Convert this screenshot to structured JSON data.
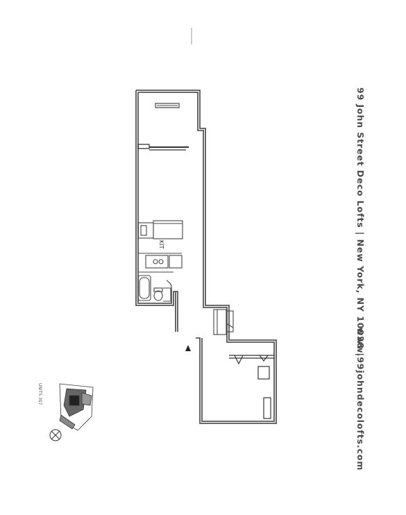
{
  "header": {
    "address": "99 John Street Deco Lofts  |  New York, NY 10038  |",
    "website": "www.99johndecolofts.com"
  },
  "plan": {
    "room_label": "KIT",
    "key_plan_label": "UNITS 307",
    "colors": {
      "wall": "#555555",
      "paper": "#ffffff"
    }
  },
  "icons": [
    "north-compass-icon",
    "entry-arrow-icon"
  ]
}
